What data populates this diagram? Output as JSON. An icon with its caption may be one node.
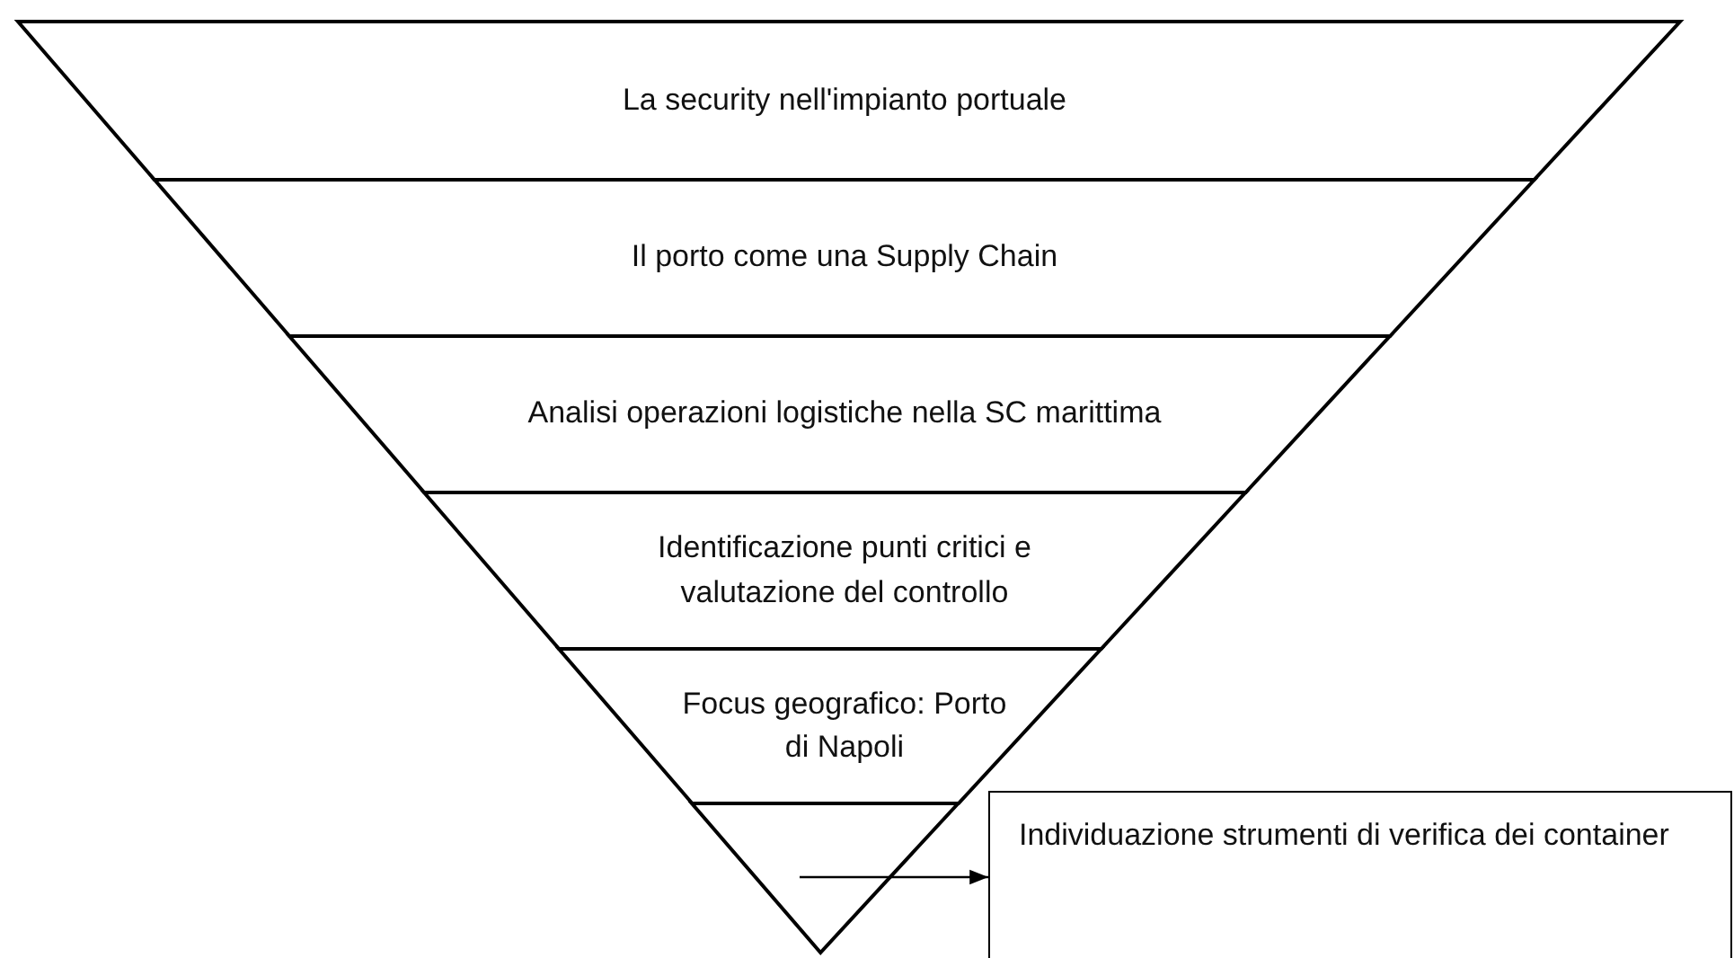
{
  "diagram": {
    "nodes": [
      {
        "text": [
          "La security nell'impianto portuale"
        ]
      },
      {
        "text": [
          "Il porto come una Supply Chain"
        ]
      },
      {
        "text": [
          "Analisi operazioni logistiche nella SC marittima"
        ]
      },
      {
        "text": [
          "Identificazione punti critici e valutazione del controllo"
        ]
      },
      {
        "text": [
          "Focus geografico: Porto di Napoli"
        ]
      },
      {
        "text": [],
        "shape": "triangle"
      },
      {
        "text": [
          "Individuazione strumenti di verifica dei container"
        ]
      }
    ],
    "edges": [
      {
        "from": 5,
        "to": 6,
        "arrow": "to"
      }
    ]
  }
}
